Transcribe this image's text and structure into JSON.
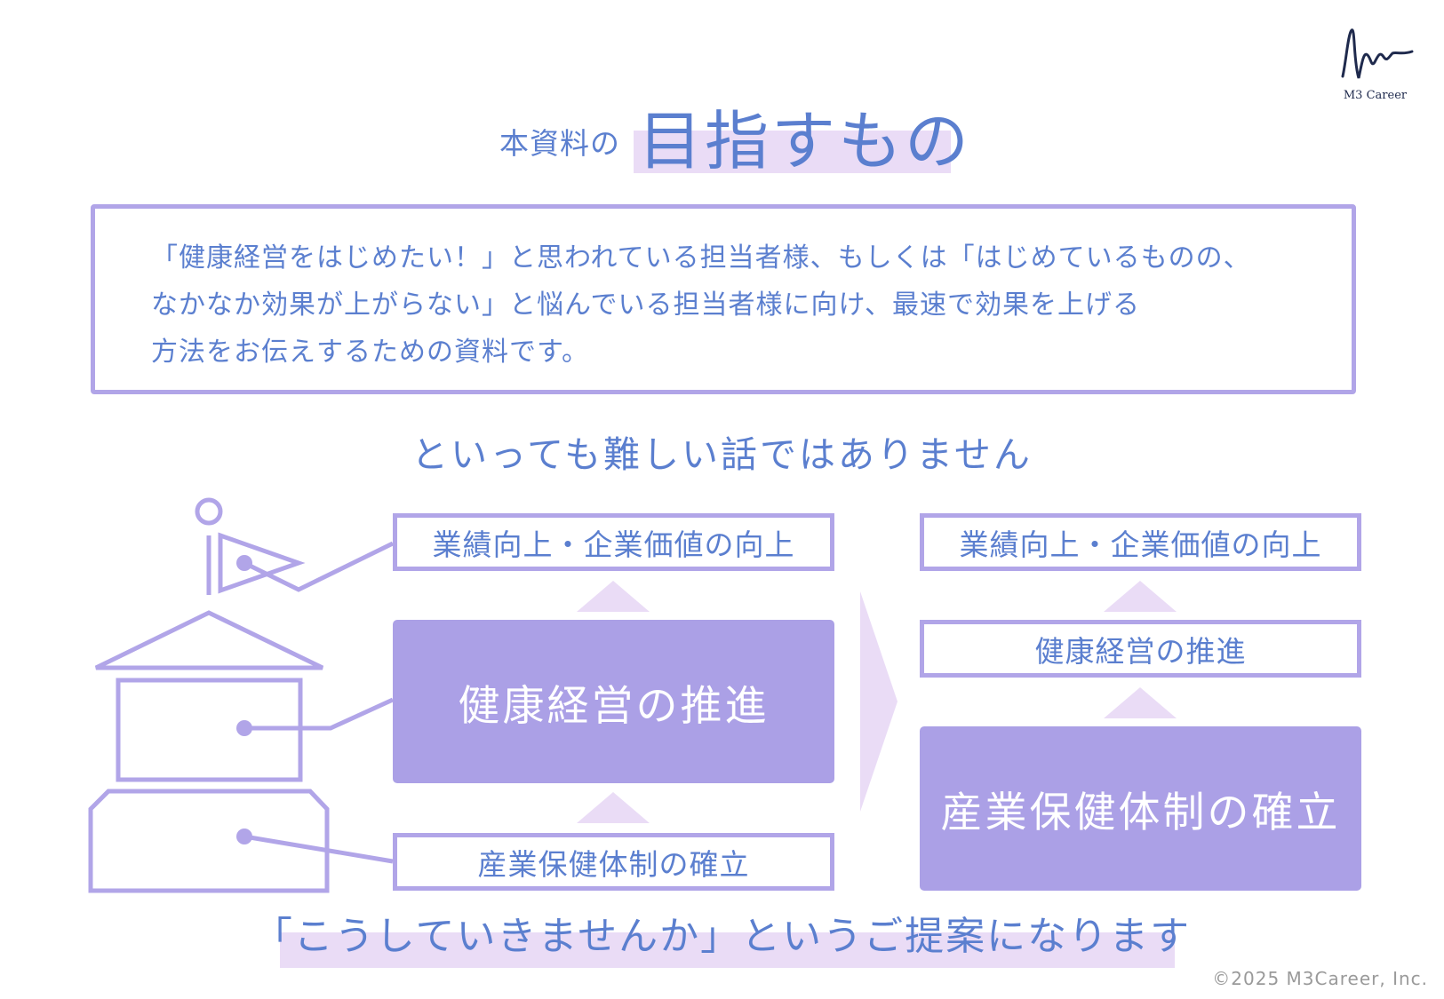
{
  "logo": {
    "text": "M3 Career"
  },
  "title": {
    "prefix": "本資料の",
    "main": "目指すもの"
  },
  "intro": {
    "lines": [
      "「健康経営をはじめたい！」と思われている担当者様、もしくは「はじめているものの、",
      "なかなか効果が上がらない」と悩んでいる担当者様に向け、最速で効果を上げる",
      "方法をお伝えするための資料です。"
    ]
  },
  "subhead": "といっても難しい話ではありません",
  "left_diagram": {
    "top_label": "業績向上・企業価値の向上",
    "middle_label": "健康経営の推進",
    "bottom_label": "産業保健体制の確立"
  },
  "right_diagram": {
    "top_label": "業績向上・企業価値の向上",
    "middle_label": "健康経営の推進",
    "bottom_label": "産業保健体制の確立"
  },
  "colors": {
    "accent_text": "#5b7fcf",
    "box_border": "#b1a5e8",
    "box_fill": "#aba0e6",
    "highlight": "#eadcf6",
    "arrow": "#eadcf6"
  },
  "closing": "「こうしていきませんか」というご提案になります",
  "copyright": "©2025 M3Career, Inc."
}
